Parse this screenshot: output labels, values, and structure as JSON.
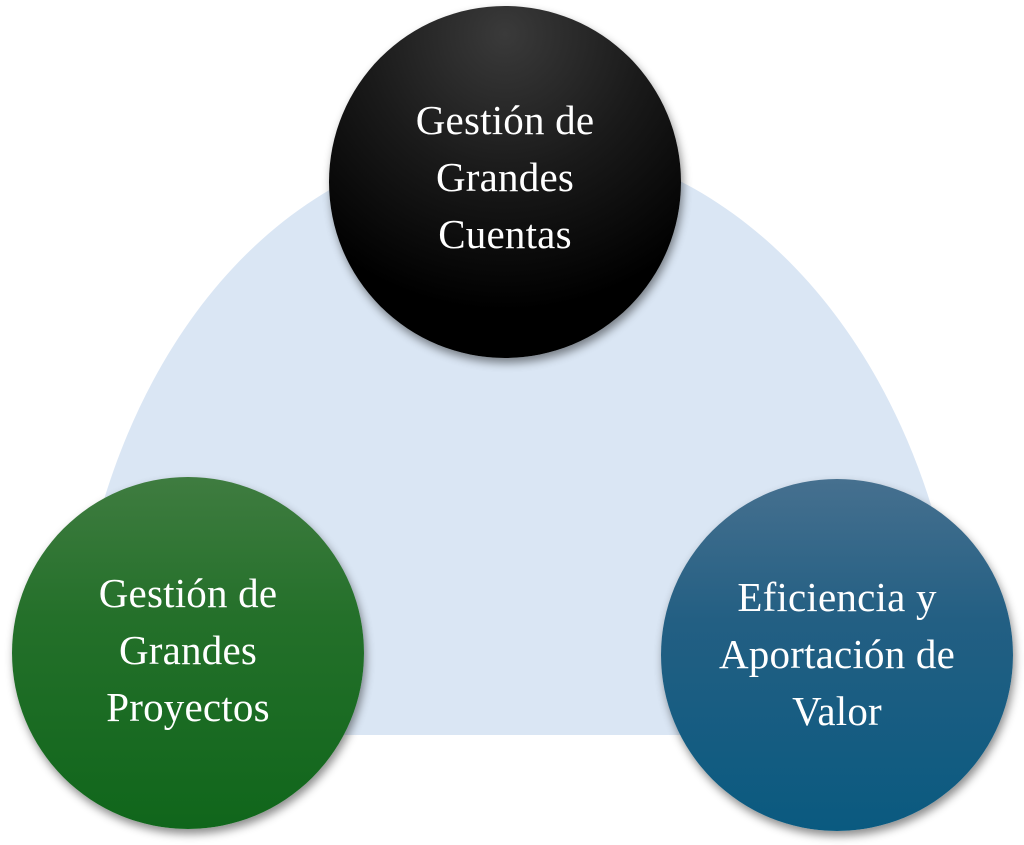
{
  "diagram": {
    "colors": {
      "background_arc": "#dae6f4",
      "node_top": "#000000",
      "node_left": "#1a6a22",
      "node_right": "#135c82",
      "text": "#ffffff"
    },
    "nodes": [
      {
        "id": "grandes-cuentas",
        "label": "Gestión de\nGrandes\nCuentas"
      },
      {
        "id": "grandes-proyectos",
        "label": "Gestión de\nGrandes\nProyectos"
      },
      {
        "id": "eficiencia-valor",
        "label": "Eficiencia y\nAportación de\nValor"
      }
    ]
  }
}
